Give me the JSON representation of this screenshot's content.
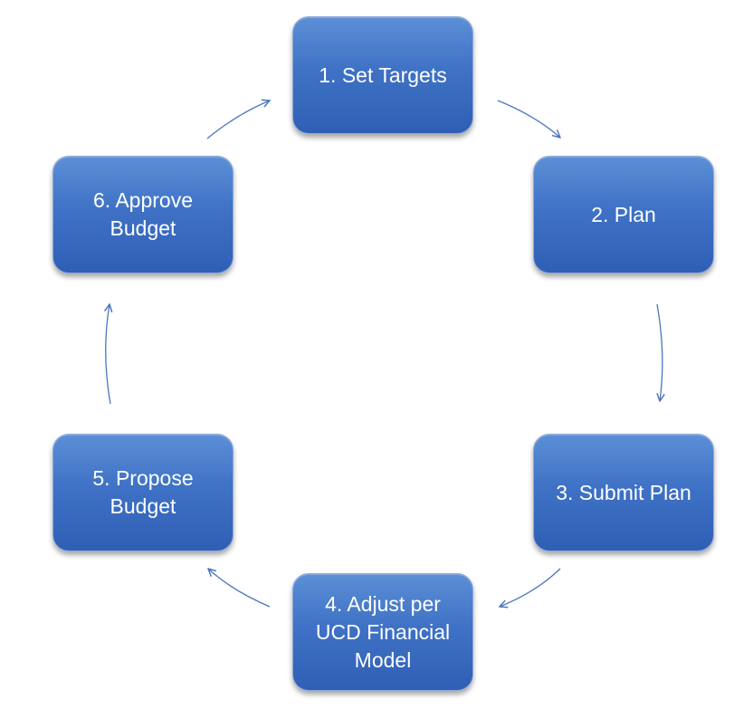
{
  "diagram": {
    "type": "cycle",
    "accent_color": "#4472c4",
    "arrow_color": "#4a76bd",
    "steps": [
      {
        "label": "1. Set Targets"
      },
      {
        "label": "2. Plan"
      },
      {
        "label": "3. Submit Plan"
      },
      {
        "label": "4. Adjust per\nUCD Financial\nModel"
      },
      {
        "label": "5. Propose\nBudget"
      },
      {
        "label": "6. Approve\nBudget"
      }
    ]
  }
}
